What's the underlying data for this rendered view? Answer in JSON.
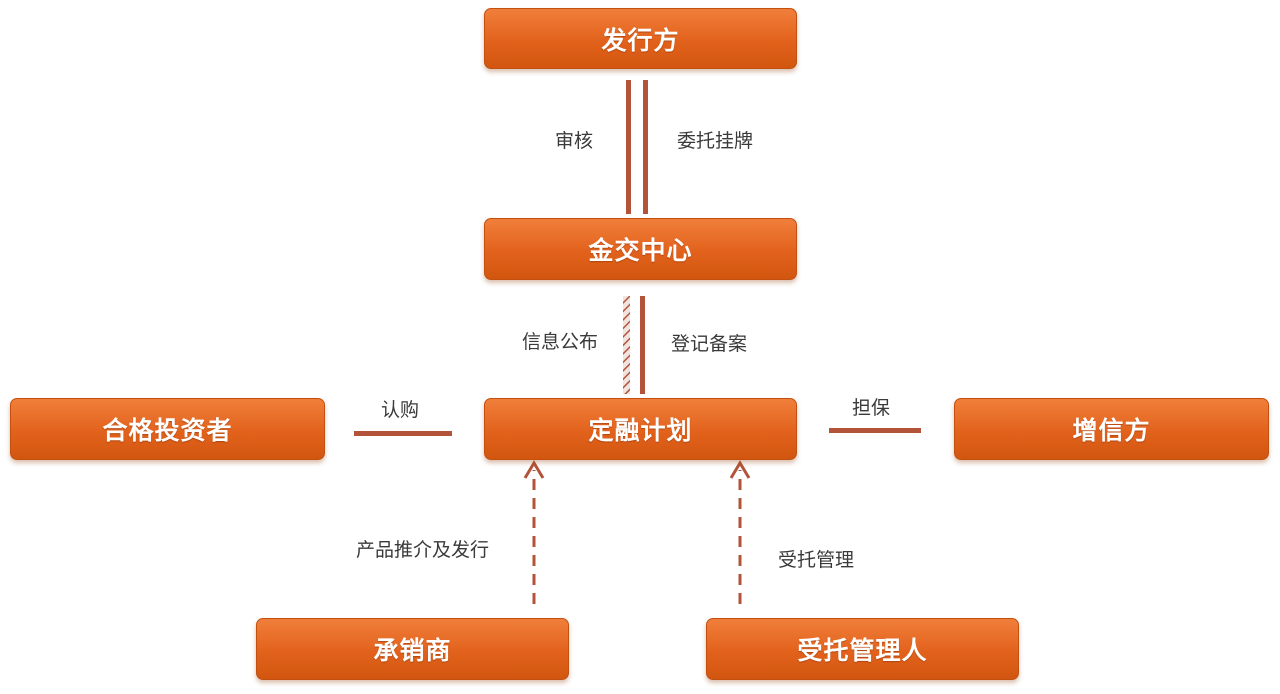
{
  "nodes": {
    "issuer": "发行方",
    "exchange_center": "金交中心",
    "financing_plan": "定融计划",
    "qualified_investor": "合格投资者",
    "credit_enhancer": "增信方",
    "underwriter": "承销商",
    "trustee_manager": "受托管理人"
  },
  "edges": {
    "review": "审核",
    "entrusted_listing": "委托挂牌",
    "info_disclosure": "信息公布",
    "registration_filing": "登记备案",
    "subscription": "认购",
    "guarantee": "担保",
    "promotion_issuance": "产品推介及发行",
    "entrusted_management": "受托管理"
  },
  "colors": {
    "node_fill": "#e56a22",
    "connector": "#b3543a"
  }
}
